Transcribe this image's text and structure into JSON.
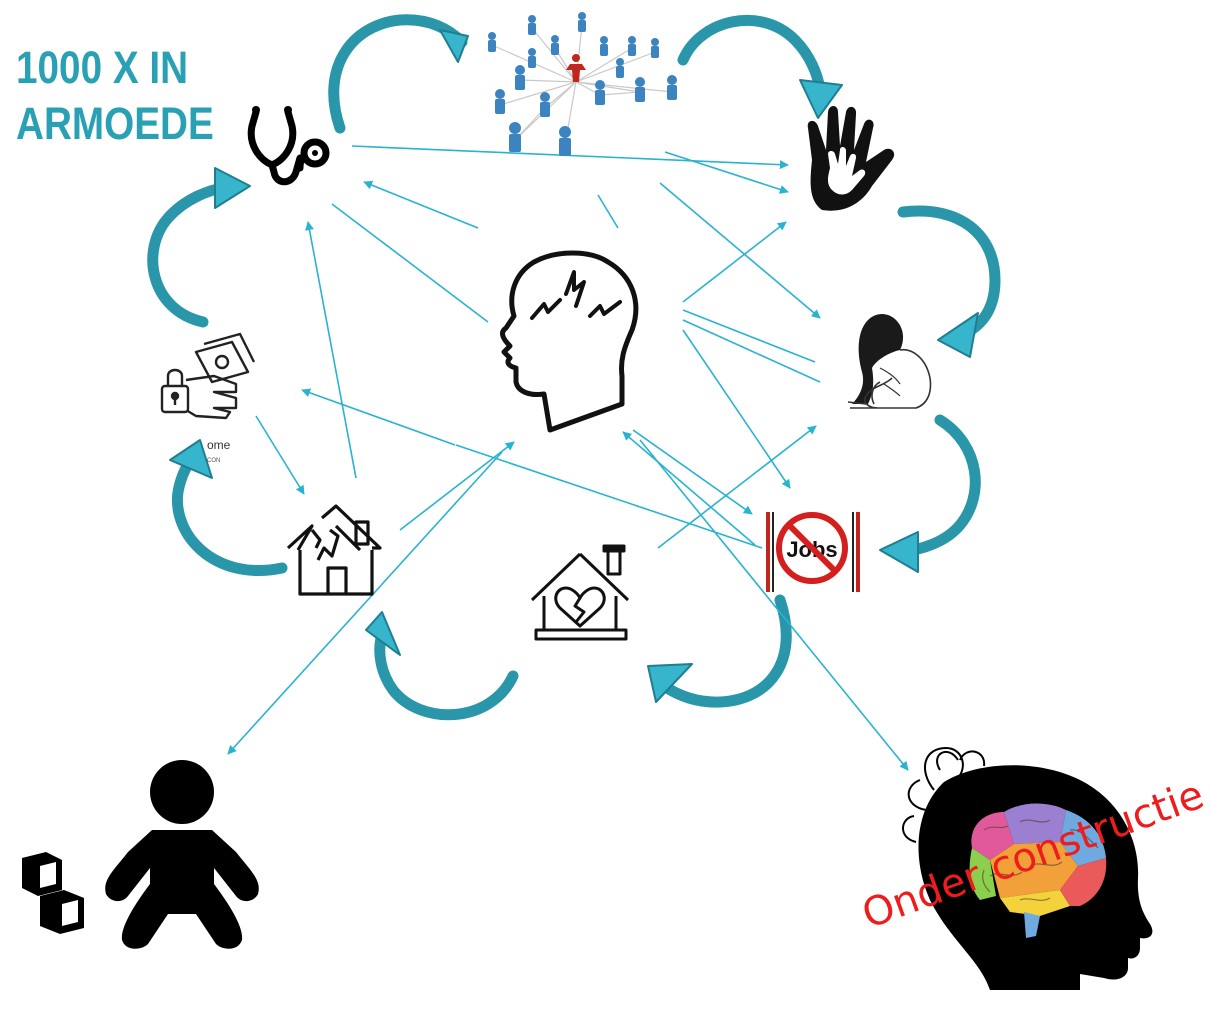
{
  "title": {
    "line1": "1000 X IN",
    "line2": "ARMOEDE"
  },
  "nodes": {
    "stethoscope": {
      "icon": "stethoscope-icon"
    },
    "social_network": {
      "icon": "social-network-icon"
    },
    "stop_hand": {
      "icon": "stop-hand-icon"
    },
    "sad_person": {
      "icon": "sad-person-icon"
    },
    "no_jobs": {
      "icon": "no-jobs-icon",
      "label": "Jobs"
    },
    "broken_heart_house": {
      "icon": "broken-heart-house-icon"
    },
    "broken_house": {
      "icon": "broken-house-icon"
    },
    "income": {
      "icon": "locked-money-icon",
      "label": "ome",
      "sublabel": "CON"
    },
    "stress_head": {
      "icon": "stress-head-icon"
    },
    "baby": {
      "icon": "baby-icon"
    },
    "blocks": {
      "icon": "toy-blocks-icon"
    },
    "brain": {
      "icon": "developing-brain-icon",
      "label": "Onder constructie"
    }
  },
  "colors": {
    "cycle_arrow": "#2a96aa",
    "cycle_head": "#36b5cd",
    "link_arrow": "#29b3d0",
    "title": "#2aa0b4",
    "construction": "#ee1c1c"
  }
}
